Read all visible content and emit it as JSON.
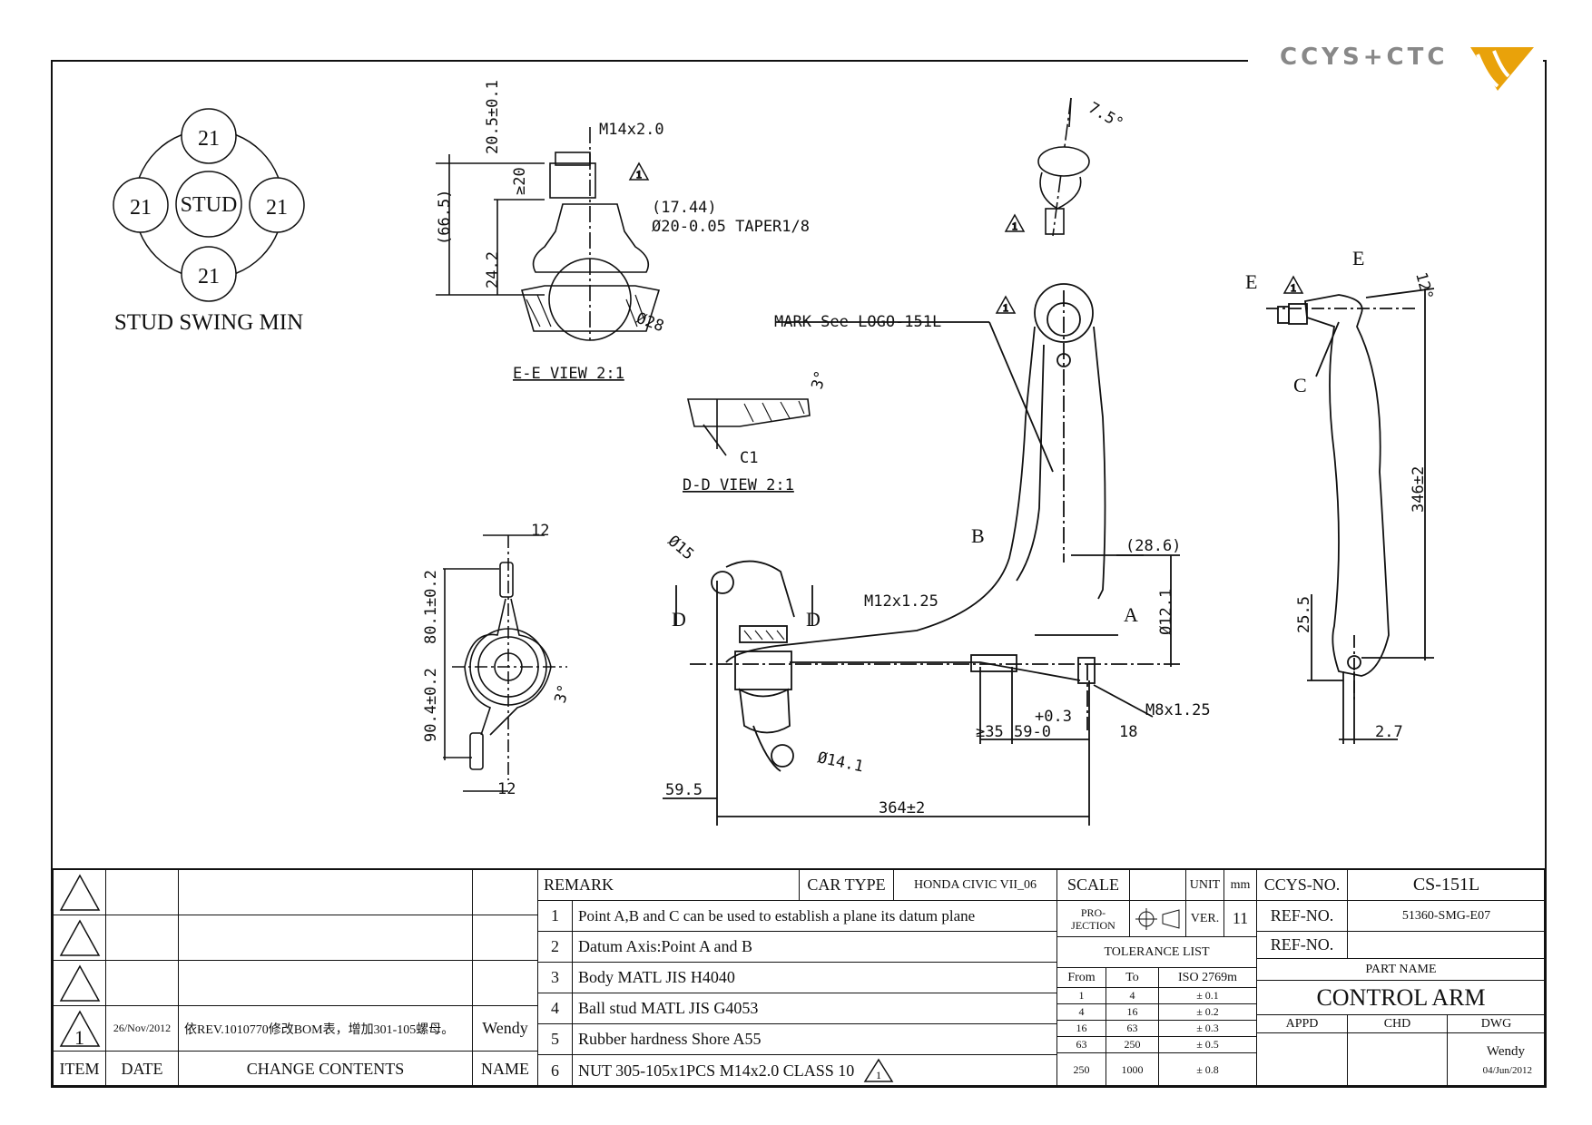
{
  "logo": {
    "text": "CCYS+CTC",
    "mark_color": "#e9a20a"
  },
  "stud_swing": {
    "title": "STUD SWING MIN",
    "center": "STUD",
    "angles": [
      "21",
      "21",
      "21",
      "21"
    ],
    "degree_mark": "°"
  },
  "ee_view": {
    "label": "E-E VIEW 2:1",
    "dims": [
      "M14x2.0",
      "20.5±0.1",
      "≥20",
      "(66.5)",
      "24.2",
      "(17.44)",
      "Ø20-0.05 TAPER1/8",
      "Ø28"
    ]
  },
  "dd_view": {
    "label": "D-D VIEW 2:1",
    "dims": [
      "3°",
      "C1"
    ]
  },
  "top_ball": {
    "dims": [
      "7.5°"
    ]
  },
  "main_view": {
    "mark_label": "MARK See LOGO-151L",
    "points": [
      "A",
      "B",
      "C",
      "D",
      "D",
      "E",
      "E"
    ],
    "dims": [
      "Ø15",
      "M12x1.25",
      "(28.6)",
      "Ø12.1",
      "M8x1.25",
      "≥35",
      "59-0",
      "+0.3",
      "18",
      "Ø14.1",
      "59.5",
      "364±2"
    ]
  },
  "bushing_view": {
    "dims": [
      "12",
      "80.1±0.2",
      "90.4±0.2",
      "3°",
      "12"
    ]
  },
  "side_view": {
    "dims": [
      "12°",
      "346±2",
      "25.5",
      "2.7"
    ]
  },
  "revision_block": {
    "headers": {
      "item": "ITEM",
      "date": "DATE",
      "contents": "CHANGE CONTENTS",
      "name": "NAME"
    },
    "rows": [
      {
        "item": "",
        "date": "",
        "contents": "",
        "name": ""
      },
      {
        "item": "",
        "date": "",
        "contents": "",
        "name": ""
      },
      {
        "item": "",
        "date": "",
        "contents": "",
        "name": ""
      },
      {
        "item": "1",
        "date": "26/Nov/2012",
        "contents": "依REV.1010770修改BOM表，增加301-105螺母。",
        "name": "Wendy"
      }
    ]
  },
  "remarks": {
    "header": "REMARK",
    "car_type_label": "CAR TYPE",
    "car_type": "HONDA CIVIC VII_06",
    "items": [
      {
        "no": "1",
        "text": "Point A,B and C can be used to establish a plane its datum plane"
      },
      {
        "no": "2",
        "text": "Datum Axis:Point A and B"
      },
      {
        "no": "3",
        "text": "Body MATL JIS H4040"
      },
      {
        "no": "4",
        "text": "Ball stud MATL JIS G4053"
      },
      {
        "no": "5",
        "text": "Rubber hardness Shore A55"
      },
      {
        "no": "6",
        "text": "NUT 305-105x1PCS M14x2.0 CLASS 10"
      }
    ]
  },
  "info": {
    "scale_label": "SCALE",
    "unit_label": "UNIT",
    "unit": "mm",
    "projection_label": "PRO-\nJECTION",
    "ver_label": "VER.",
    "ver": "11",
    "tolerance_title": "TOLERANCE LIST",
    "tolerance_headers": [
      "From",
      "To",
      "ISO 2769m"
    ],
    "tolerance_rows": [
      [
        "1",
        "4",
        "± 0.1"
      ],
      [
        "4",
        "16",
        "± 0.2"
      ],
      [
        "16",
        "63",
        "± 0.3"
      ],
      [
        "63",
        "250",
        "± 0.5"
      ],
      [
        "250",
        "1000",
        "± 0.8"
      ]
    ]
  },
  "title_block": {
    "ccys_no_label": "CCYS-NO.",
    "ccys_no": "CS-151L",
    "ref_no_label": "REF-NO.",
    "ref_no": "51360-SMG-E07",
    "ref_no2_label": "REF-NO.",
    "ref_no2": "",
    "part_name_label": "PART NAME",
    "part_name": "CONTROL ARM",
    "appd": "APPD",
    "chd": "CHD",
    "dwg": "DWG",
    "drawn_by": "Wendy",
    "drawn_date": "04/Jun/2012"
  }
}
